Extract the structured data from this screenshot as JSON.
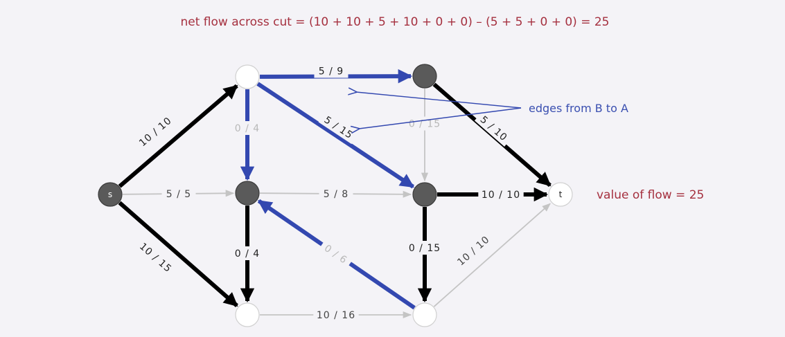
{
  "header": {
    "equation": "net flow across cut  =  (10 + 10  + 5 + 10 + 0 + 0) – (5 + 5 + 0 + 0)  =  25"
  },
  "annotation": {
    "edges_note": "edges from B to A",
    "flow_value": "value of flow  =  25"
  },
  "colors": {
    "black": "#000000",
    "blue": "#3348b0",
    "gray": "#c4c4c4",
    "node_dark": "#5a5a5a",
    "node_light": "#ffffff",
    "caption": "#a5303f"
  },
  "graph": {
    "nodes": [
      {
        "id": "s",
        "label": "s",
        "fill": "dark"
      },
      {
        "id": "v1",
        "label": "",
        "fill": "light"
      },
      {
        "id": "v2",
        "label": "",
        "fill": "dark"
      },
      {
        "id": "v3",
        "label": "",
        "fill": "light"
      },
      {
        "id": "v4",
        "label": "",
        "fill": "dark"
      },
      {
        "id": "v5",
        "label": "",
        "fill": "dark"
      },
      {
        "id": "v6",
        "label": "",
        "fill": "light"
      },
      {
        "id": "t",
        "label": "t",
        "fill": "light"
      }
    ],
    "edges": [
      {
        "id": "s-v1",
        "from": "s",
        "to": "v1",
        "flow": "10 / 10",
        "style": "black"
      },
      {
        "id": "s-v2",
        "from": "s",
        "to": "v2",
        "flow": "5 / 5",
        "style": "gray"
      },
      {
        "id": "s-v3",
        "from": "s",
        "to": "v3",
        "flow": "10 / 15",
        "style": "black"
      },
      {
        "id": "v1-v4",
        "from": "v1",
        "to": "v4",
        "flow": "5 / 9",
        "style": "blue"
      },
      {
        "id": "v1-v2",
        "from": "v1",
        "to": "v2",
        "flow": "0 / 4",
        "style": "blue"
      },
      {
        "id": "v1-v5",
        "from": "v1",
        "to": "v5",
        "flow": "5 / 15",
        "style": "blue"
      },
      {
        "id": "v4-v5",
        "from": "v4",
        "to": "v5",
        "flow": "0 / 15",
        "style": "gray"
      },
      {
        "id": "v4-t",
        "from": "v4",
        "to": "t",
        "flow": "5 / 10",
        "style": "black"
      },
      {
        "id": "v2-v5",
        "from": "v2",
        "to": "v5",
        "flow": "5 / 8",
        "style": "gray"
      },
      {
        "id": "v2-v3",
        "from": "v2",
        "to": "v3",
        "flow": "0 / 4",
        "style": "black"
      },
      {
        "id": "v5-t",
        "from": "v5",
        "to": "t",
        "flow": "10 / 10",
        "style": "black"
      },
      {
        "id": "v5-v6",
        "from": "v5",
        "to": "v6",
        "flow": "0 / 15",
        "style": "black"
      },
      {
        "id": "v6-v2",
        "from": "v6",
        "to": "v2",
        "flow": "0 / 6",
        "style": "blue"
      },
      {
        "id": "v3-v6",
        "from": "v3",
        "to": "v6",
        "flow": "10 / 16",
        "style": "gray"
      },
      {
        "id": "v6-t",
        "from": "v6",
        "to": "t",
        "flow": "10 / 10",
        "style": "gray"
      }
    ]
  }
}
